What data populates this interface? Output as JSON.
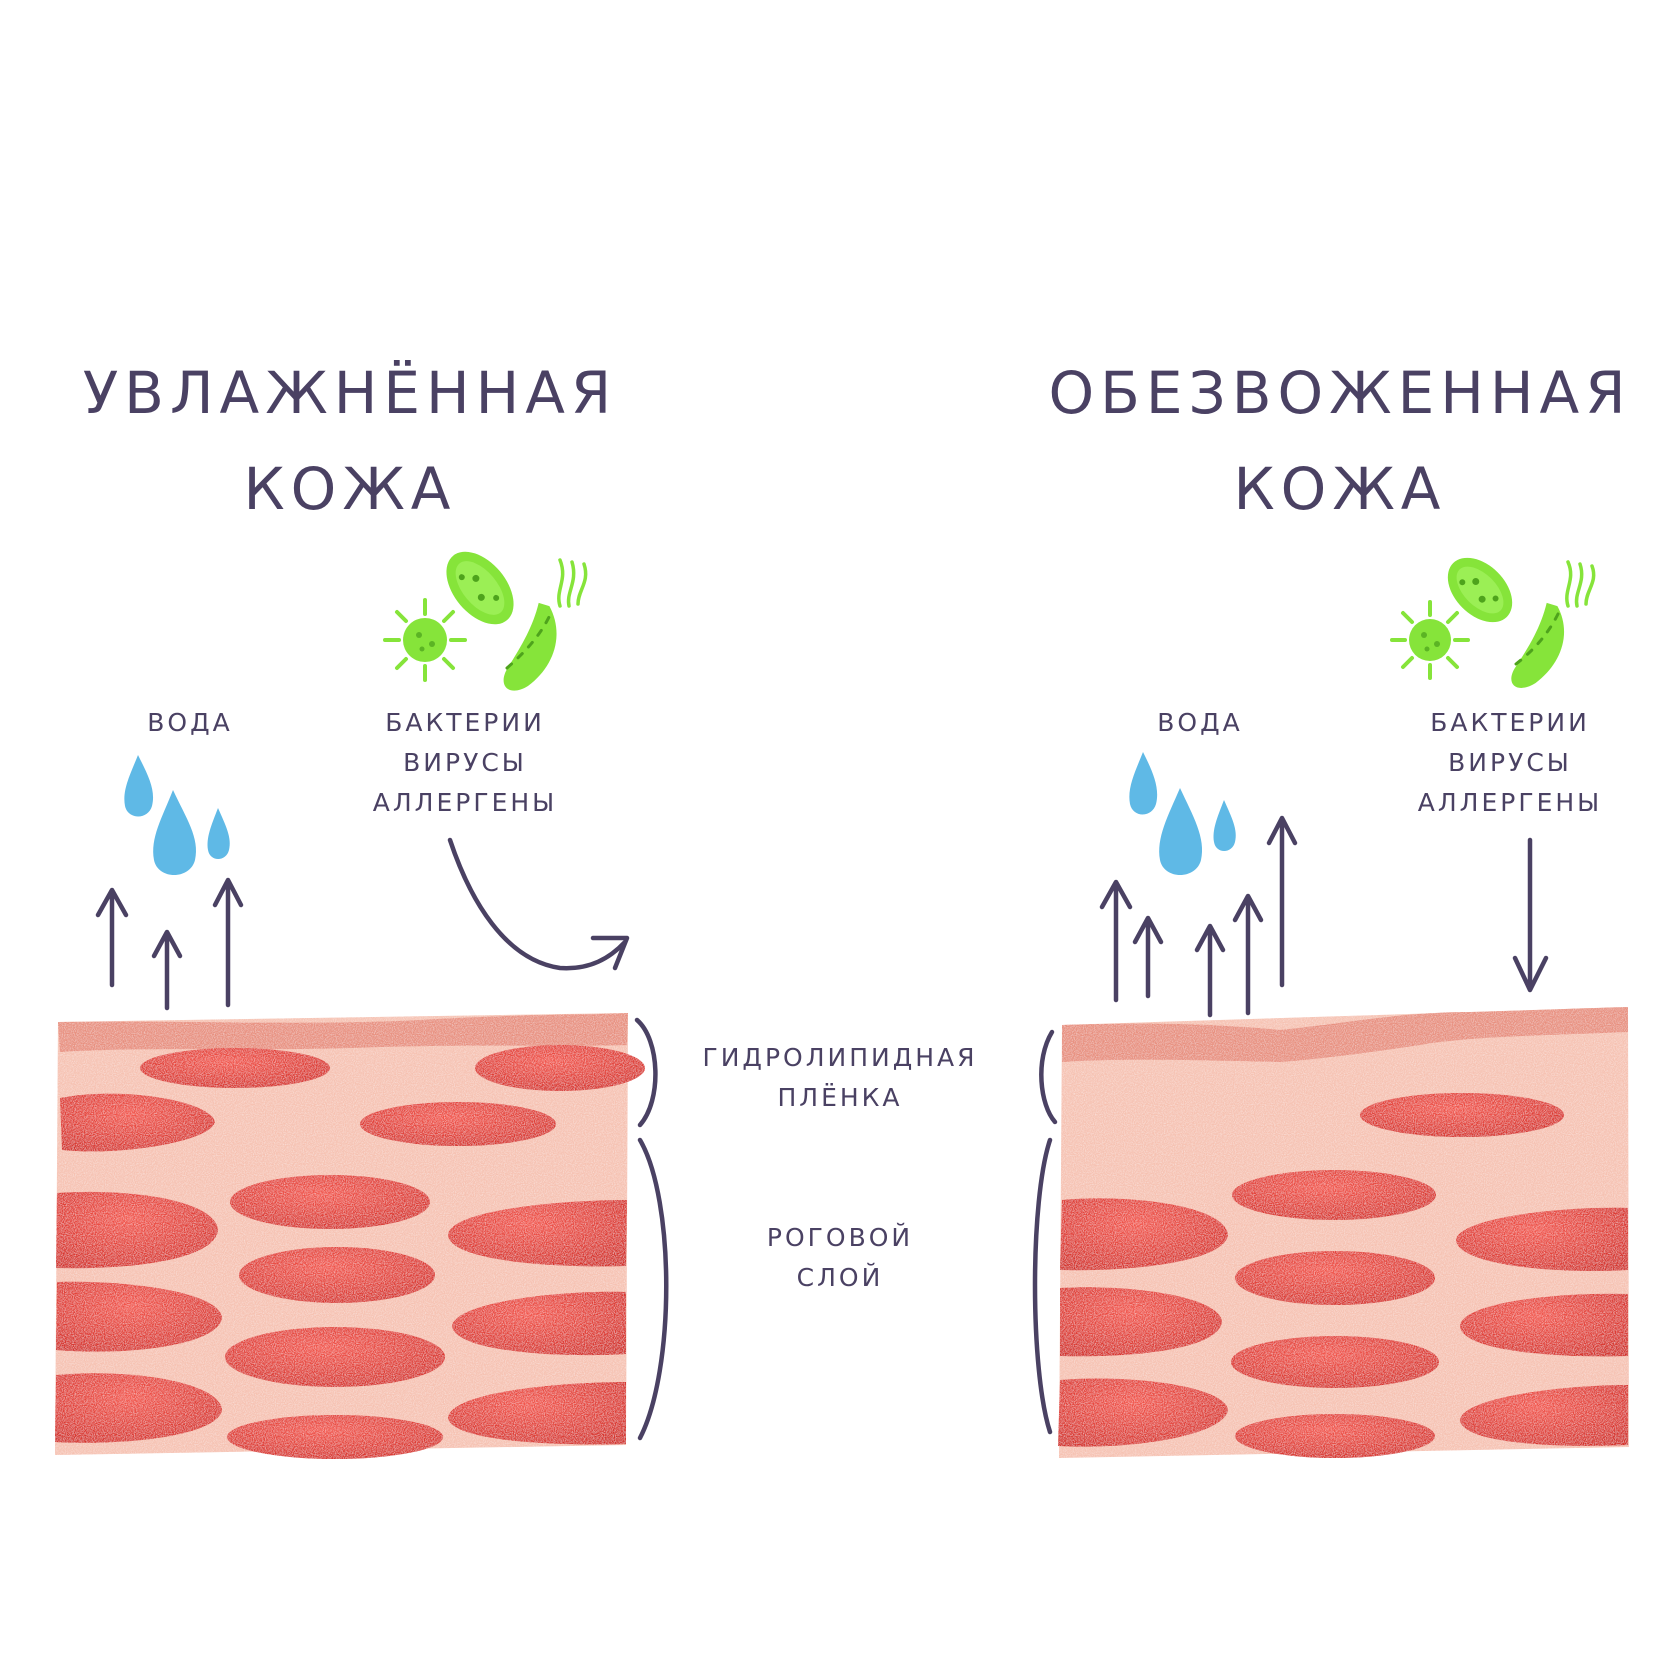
{
  "hydrated": {
    "title_line1": "УВЛАЖНЁННАЯ",
    "title_line2": "КОЖА",
    "water_label": "ВОДА",
    "threats_line1": "БАКТЕРИИ",
    "threats_line2": "ВИРУСЫ",
    "threats_line3": "АЛЛЕРГЕНЫ"
  },
  "dehydrated": {
    "title_line1": "ОБЕЗВОЖЕННАЯ",
    "title_line2": "КОЖА",
    "water_label": "ВОДА",
    "threats_line1": "БАКТЕРИИ",
    "threats_line2": "ВИРУСЫ",
    "threats_line3": "АЛЛЕРГЕНЫ"
  },
  "layers": {
    "film_line1": "ГИДРОЛИПИДНАЯ",
    "film_line2": "ПЛЁНКА",
    "horny_line1": "РОГОВОЙ",
    "horny_line2": "СЛОЙ"
  },
  "colors": {
    "ink": "#4a4163",
    "skin": "#f6c2b2",
    "film": "#e8907f",
    "cell": "#ea3f33",
    "water": "#5fb9e6",
    "microbe": "#86e43a"
  }
}
